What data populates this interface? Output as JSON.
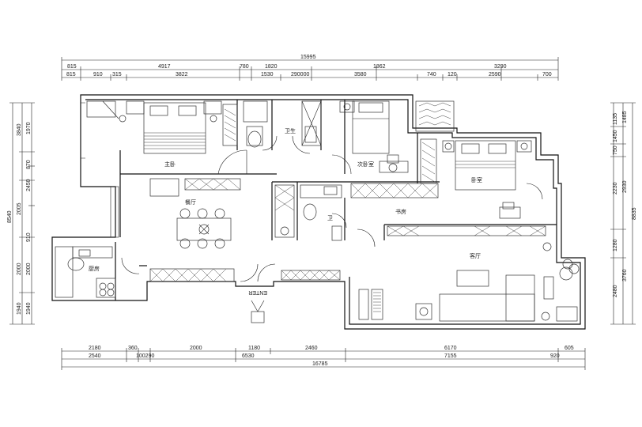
{
  "dimensions": {
    "top_row1": [
      "15995"
    ],
    "top_row2": [
      "815",
      "4917",
      "780",
      "1820",
      "1862",
      "3290"
    ],
    "top_row3": [
      "815",
      "910",
      "315",
      "3822",
      "1530",
      "290000",
      "3580",
      "740",
      "120",
      "2590",
      "700"
    ],
    "bottom_row1": [
      "2180",
      "360",
      "2000",
      "1180",
      "2460",
      "6170",
      "605"
    ],
    "bottom_row2": [
      "2540",
      "100290",
      "6530",
      "7155",
      "920"
    ],
    "bottom_row3": [
      "16785"
    ],
    "left_col1": [
      "8540"
    ],
    "left_col2": [
      "3840",
      "2005",
      "2000",
      "1940"
    ],
    "left_col3": [
      "1970",
      "870",
      "2450",
      "910",
      "2000",
      "1940"
    ],
    "right_col1": [
      "1135",
      "1450",
      "750",
      "2230",
      "1280",
      "2480"
    ],
    "right_col2": [
      "1485",
      "2930",
      "3760"
    ],
    "right_col3": [
      "8835"
    ]
  },
  "rooms": {
    "master_bedroom": "主卧",
    "secondary_bedroom": "次卧室",
    "bedroom3": "卧室",
    "bathroom1": "卫生",
    "bathroom2": "卫",
    "dining": "餐厅",
    "kitchen": "厨房",
    "study": "书房",
    "living": "客厅",
    "entrance": "ENTER"
  }
}
